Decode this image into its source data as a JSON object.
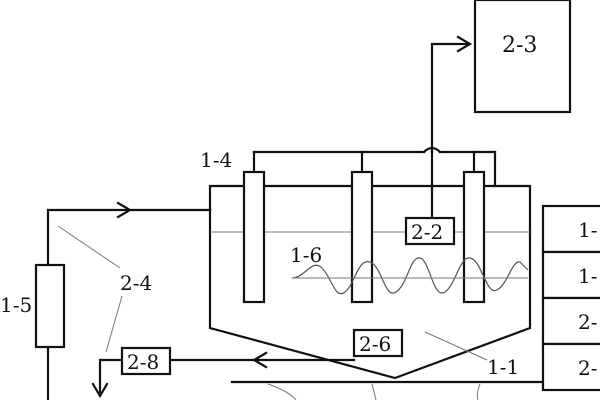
{
  "labels": {
    "unit_2_3": "2-3",
    "unit_2_2": "2-2",
    "unit_2_6": "2-6",
    "unit_2_8": "2-8",
    "unit_1_4": "1-4",
    "unit_1_5": "1-5",
    "unit_1_6": "1-6",
    "unit_2_4": "2-4",
    "unit_1_1": "1-1",
    "side_a": "1-",
    "side_b": "1-",
    "side_c": "2-",
    "side_d": "2-"
  }
}
